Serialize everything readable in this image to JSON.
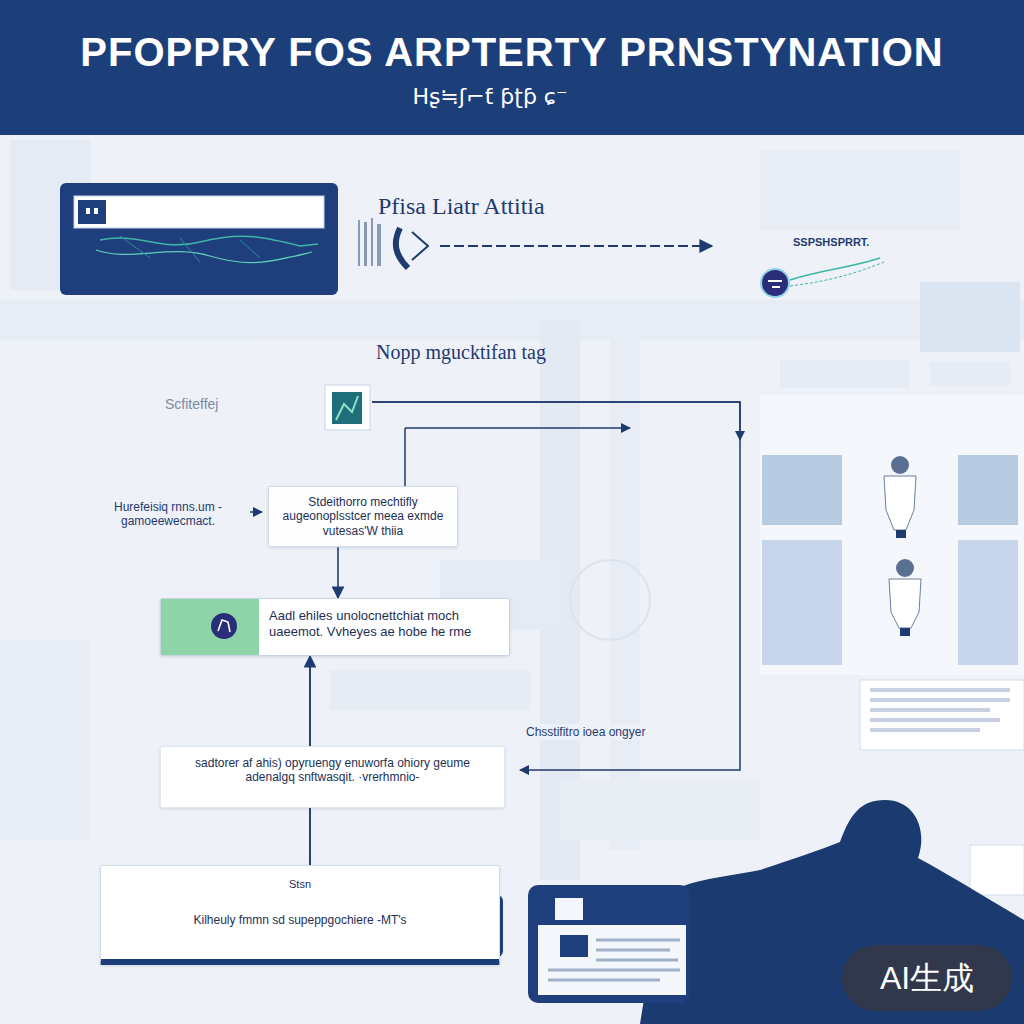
{
  "diagram": {
    "title": "PFOPPRY FOS ARPTERTY PRNSTYNATION",
    "nodes": [
      {
        "text": [
          "Stdeithorro mechtifly augeonoplsstcer meea exmde vutesas'W thiia"
        ]
      },
      {
        "text": [
          "Aadl ehiles unolocnettchiat moch uaeemot. Vvheyes ae hobe he rme"
        ]
      },
      {
        "text": [
          "sadtorer af ahis) opyruengy enuworfa ohiory geume adenalgq snftwasqit. ·vrerhmnio-"
        ]
      },
      {
        "text": [
          "Stsn",
          "Kilheuly fmmn sd supeppgochiere -MT's"
        ]
      },
      {
        "text": [
          "AI生成"
        ]
      }
    ],
    "edges": [
      {
        "from": 0,
        "to": 1,
        "arrow": "to"
      },
      {
        "from": 1,
        "to": 2,
        "arrow": "none"
      },
      {
        "from": 2,
        "to": 3,
        "arrow": "none"
      },
      {
        "from": 3,
        "to": 1,
        "arrow": "to"
      }
    ],
    "labels": [
      "Hʂ≒ʃ⌐ƭ ƥʈƥ ɕ⁻",
      "Pfisa Liatr Attitia",
      "SSPSHSPRRT.",
      "Nopp mgucktifan tag",
      "Scfiteffej",
      "Hurefeisiq rnns.um -gamoeewecmact.",
      "Chsstifitro ioea ongyer"
    ]
  }
}
